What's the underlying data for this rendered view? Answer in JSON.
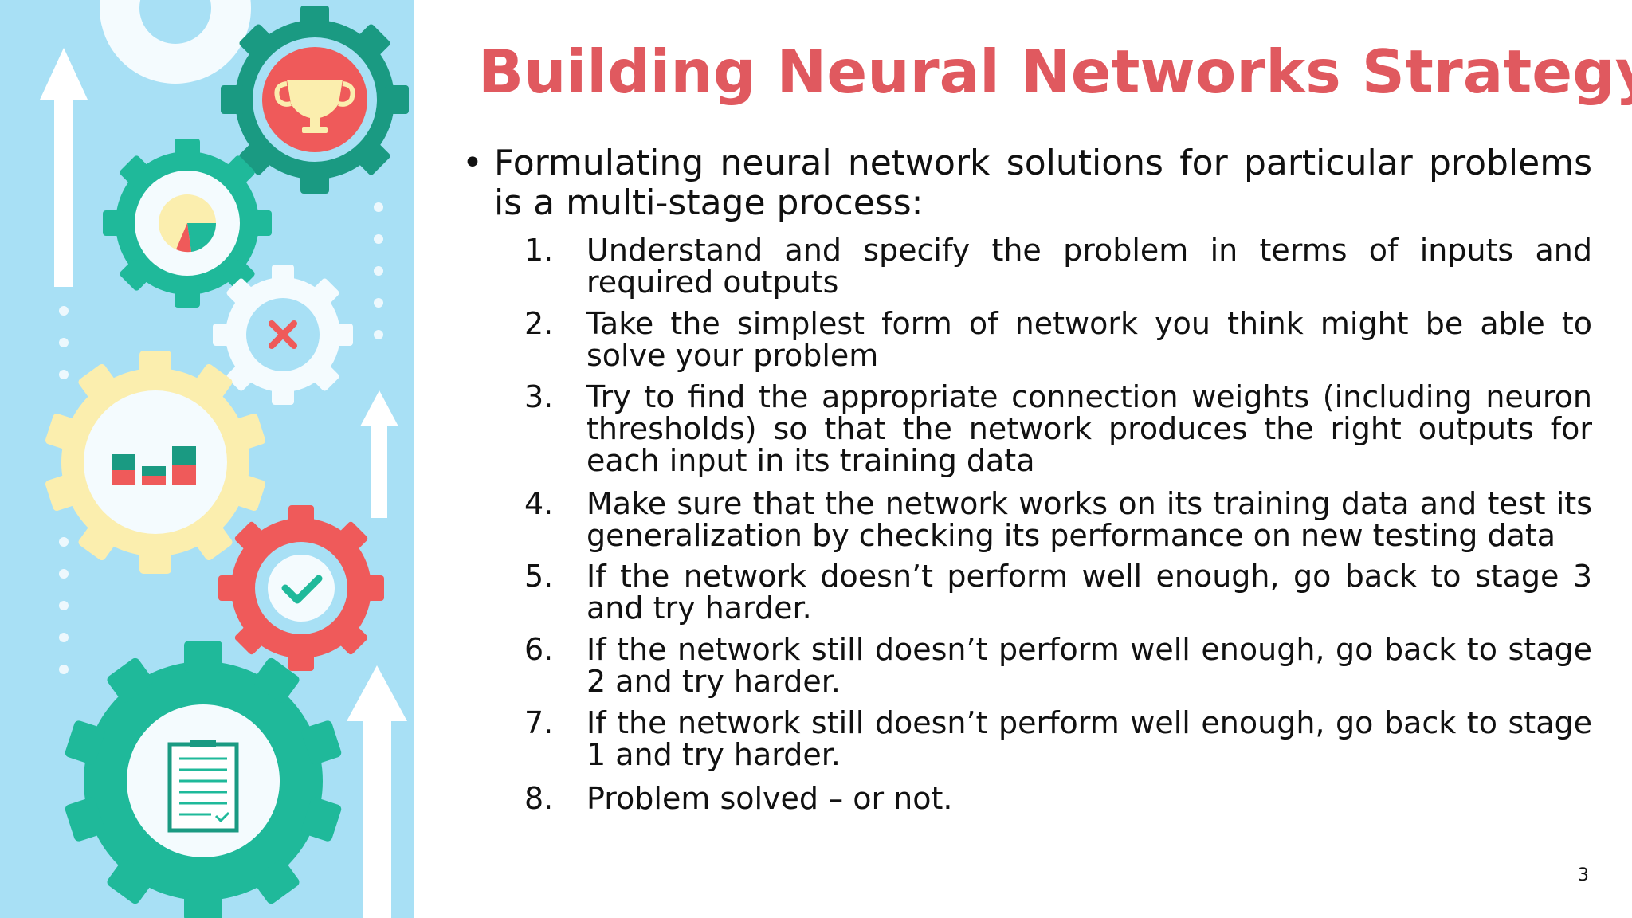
{
  "slide": {
    "title": "Building Neural Networks Strategy",
    "bullet_symbol": "•",
    "bullet_text": "Formulating neural network solutions for particular problems is a multi-stage process:",
    "steps": [
      {
        "number": "1.",
        "text": "Understand and specify the problem in terms of inputs and required outputs"
      },
      {
        "number": "2.",
        "text": "Take the simplest form of network you think might be able to solve your problem"
      },
      {
        "number": "3.",
        "text": "Try to find the appropriate connection weights (including neuron thresholds) so that the network produces the right outputs for each input in its training data"
      },
      {
        "number": "4.",
        "text": "Make sure that the network works on its training data and test its generalization by checking its performance on new testing data"
      },
      {
        "number": "5.",
        "text": "If the network doesn’t perform well enough, go back to stage 3 and try harder."
      },
      {
        "number": "6.",
        "text": "If the network still doesn’t perform well enough, go back to stage 2 and try harder."
      },
      {
        "number": "7.",
        "text": "If the network still doesn’t perform well enough, go back to stage 1 and try harder."
      },
      {
        "number": "8.",
        "text": "Problem solved – or not."
      }
    ],
    "page_number": "3"
  },
  "decor": {
    "icons": [
      "trophy-icon",
      "pie-chart-icon",
      "close-icon",
      "bar-chart-icon",
      "checkmark-icon",
      "clipboard-icon",
      "arrow-up-icon"
    ],
    "colors": {
      "title": "#e0595f",
      "panel_bg": "#a8e0f5",
      "gear_teal": "#1fb99a",
      "gear_dark_teal": "#1a9a82",
      "gear_red": "#ef5a5a",
      "gear_yellow": "#fbeeae",
      "gear_white": "#f4fbfe"
    }
  }
}
